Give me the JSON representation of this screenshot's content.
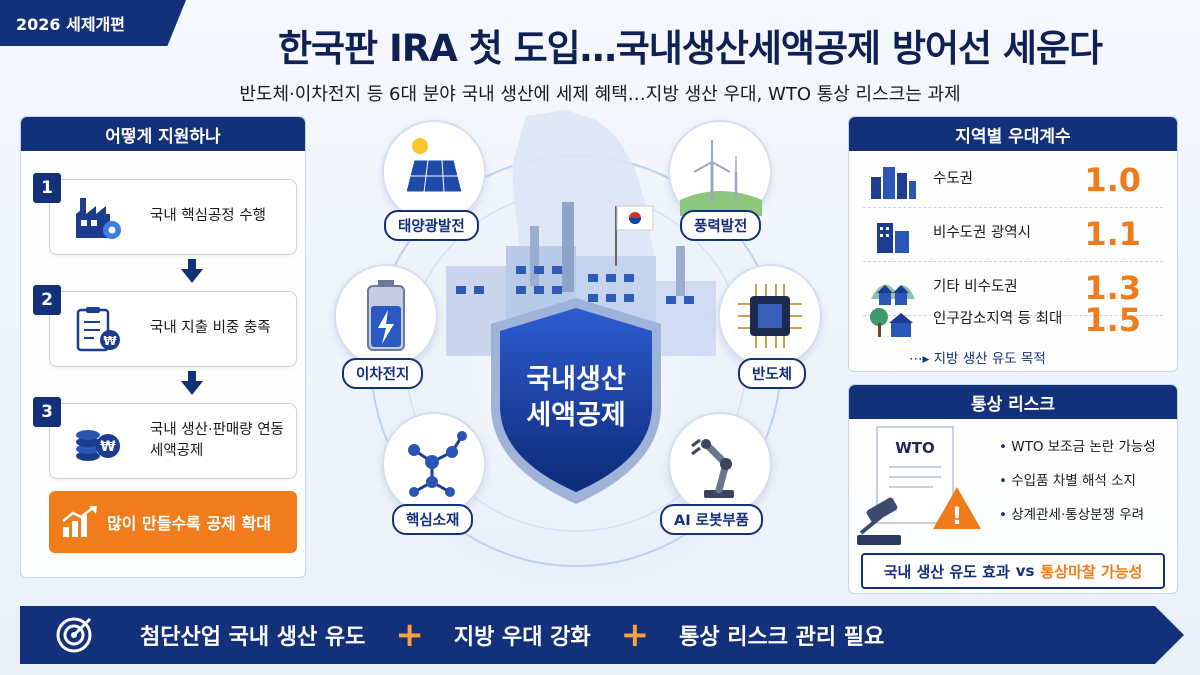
{
  "header": {
    "tag": "2026 세제개편",
    "title": "한국판 IRA 첫 도입…국내생산세액공제 방어선 세운다",
    "subtitle": "반도체·이차전지 등 6대 분야 국내 생산에 세제 혜택…지방 생산 우대, WTO 통상 리스크는 과제"
  },
  "left_panel": {
    "title": "어떻게 지원하나",
    "steps": [
      {
        "num": "1",
        "text": "국내 핵심공정 수행",
        "icon": "factory-gear-icon"
      },
      {
        "num": "2",
        "text": "국내 지출 비중 충족",
        "icon": "checklist-won-icon"
      },
      {
        "num": "3",
        "text": "국내 생산·판매량 연동 세액공제",
        "icon": "coins-won-icon"
      }
    ],
    "highlight": "많이 만들수록 공제 확대"
  },
  "center": {
    "shield_text_line1": "국내생산",
    "shield_text_line2": "세액공제",
    "sectors": [
      "태양광발전",
      "풍력발전",
      "이차전지",
      "반도체",
      "핵심소재",
      "AI 로봇부품"
    ]
  },
  "regional": {
    "title": "지역별 우대계수",
    "rows": [
      {
        "label": "수도권",
        "value": "1.0",
        "icon": "city-buildings-icon"
      },
      {
        "label": "비수도권 광역시",
        "value": "1.1",
        "icon": "office-buildings-icon"
      },
      {
        "label": "기타 비수도권",
        "value": "1.3",
        "icon": "town-houses-icon"
      },
      {
        "label": "인구감소지역 등 최대",
        "value": "1.5",
        "icon": "tree-house-icon"
      }
    ],
    "note": "지방 생산 유도 목적",
    "accent_color": "#ef7b1a"
  },
  "trade_risk": {
    "title": "통상 리스크",
    "doc_label": "WTO",
    "items": [
      "WTO 보조금 논란 가능성",
      "수입품 차별 해석 소지",
      "상계관세·통상분쟁 우려"
    ],
    "summary_a": "국내 생산 유도 효과",
    "summary_vs": "vs",
    "summary_b": "통상마찰 가능성"
  },
  "bottom_bar": {
    "items": [
      "첨단산업 국내 생산 유도",
      "지방 우대 강화",
      "통상 리스크 관리 필요"
    ],
    "separator": "+"
  },
  "colors": {
    "navy": "#13307a",
    "orange": "#ef7b1a"
  }
}
